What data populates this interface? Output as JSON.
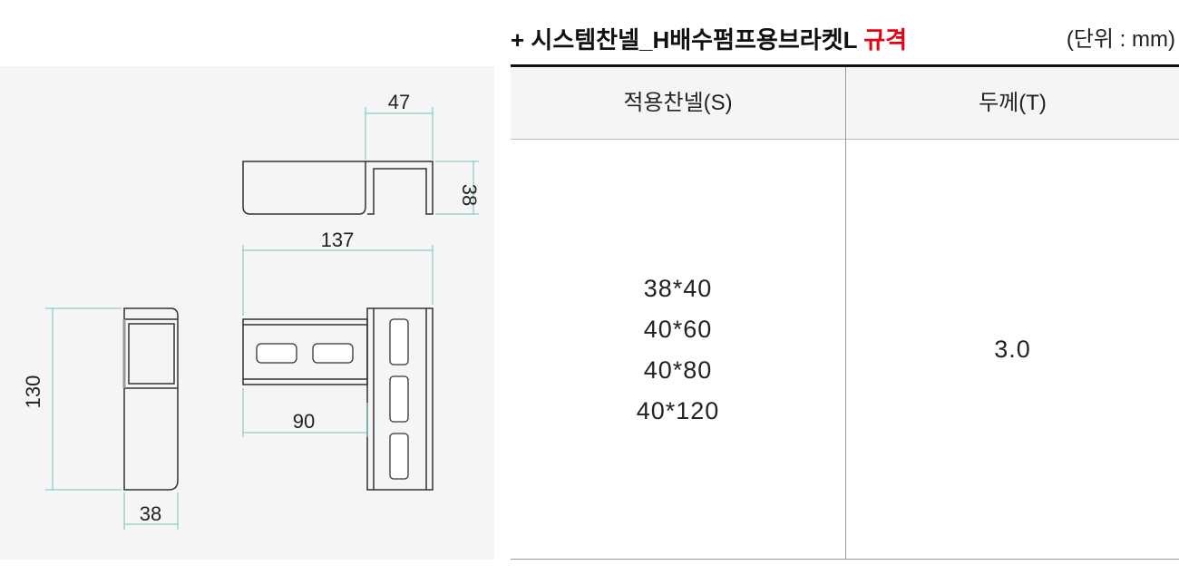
{
  "title": {
    "prefix": "+ 시스템찬넬_H배수펌프용브라켓L ",
    "highlight": "규격",
    "highlight_color": "#e60012"
  },
  "unit_note": "(단위 : mm)",
  "drawing": {
    "dimensions": {
      "top_width": "47",
      "top_height": "38",
      "length": "137",
      "inner_length": "90",
      "side_height": "130",
      "side_width": "38"
    }
  },
  "table": {
    "headers": [
      "적용찬넬(S)",
      "두께(T)"
    ],
    "channel_sizes": [
      "38*40",
      "40*60",
      "40*80",
      "40*120"
    ],
    "thickness": "3.0"
  }
}
